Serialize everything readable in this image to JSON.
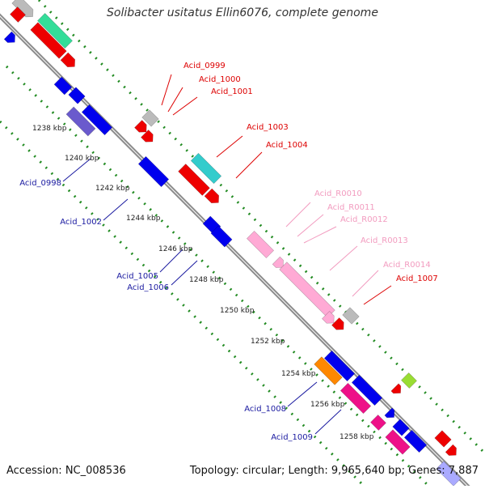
{
  "title": "Solibacter usitatus Ellin6076, complete genome",
  "footer": {
    "accession": "Accession: NC_008536",
    "summary": "Topology: circular; Length: 9,965,640 bp; Genes: 7,887"
  },
  "colors": {
    "backbone": "#8c8c8c",
    "tick_dots": "#228B22",
    "label_red": "#dd0000",
    "label_blue": "#1a1aa0",
    "label_pink": "#f29bbf"
  },
  "ticks": [
    "1238 kbp",
    "1240 kbp",
    "1242 kbp",
    "1244 kbp",
    "1246 kbp",
    "1248 kbp",
    "1250 kbp",
    "1252 kbp",
    "1254 kbp",
    "1256 kbp",
    "1258 kbp"
  ],
  "labels": {
    "red": [
      "Acid_0999",
      "Acid_1000",
      "Acid_1001",
      "Acid_1003",
      "Acid_1004",
      "Acid_1007"
    ],
    "pink": [
      "Acid_R0010",
      "Acid_R0011",
      "Acid_R0012",
      "Acid_R0013",
      "Acid_R0014"
    ],
    "blue": [
      "Acid_0998",
      "Acid_1002",
      "Acid_1005",
      "Acid_1006",
      "Acid_1008",
      "Acid_1009"
    ]
  }
}
